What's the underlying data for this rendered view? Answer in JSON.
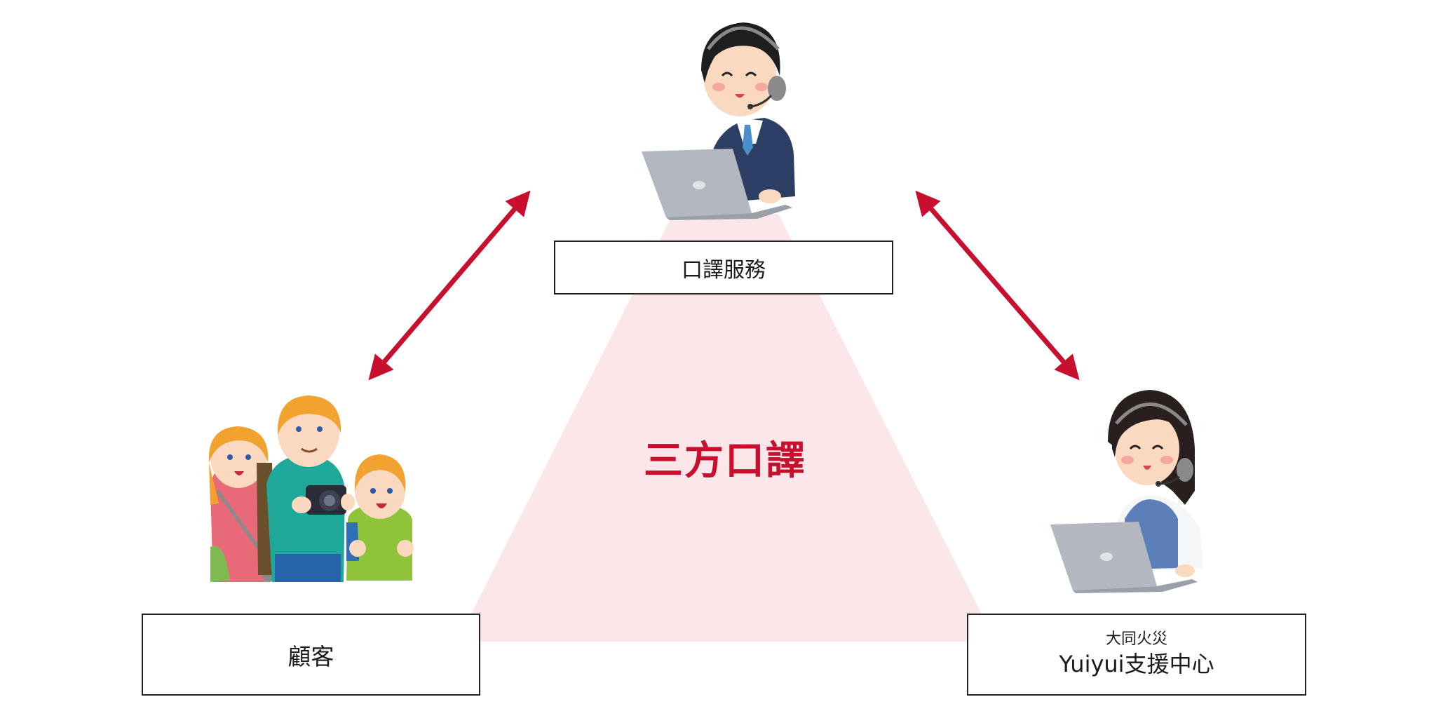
{
  "colors": {
    "arrow": "#c8102e",
    "triangle": "#fbe6ea",
    "center_label": "#c8102e",
    "box_border": "#222222"
  },
  "nodes": {
    "interpreter": {
      "label": "口譯服務",
      "icon": "male-operator-with-headset-and-laptop-icon"
    },
    "customer": {
      "label": "顧客",
      "icon": "tourist-family-with-camera-icon"
    },
    "support": {
      "label_small": "大同火災",
      "label_large": "Yuiyui支援中心",
      "icon": "female-operator-with-headset-and-laptop-icon"
    }
  },
  "center": {
    "label": "三方口譯"
  }
}
